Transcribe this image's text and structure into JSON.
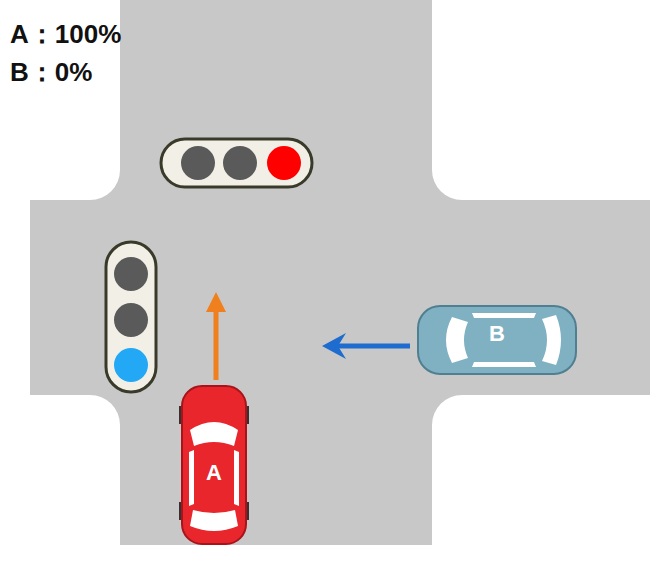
{
  "diagram": {
    "nodes": [
      {
        "text": [
          "A"
        ]
      },
      {
        "text": [
          "B"
        ]
      }
    ],
    "labels": [
      "A：100%",
      "B：0%"
    ]
  }
}
